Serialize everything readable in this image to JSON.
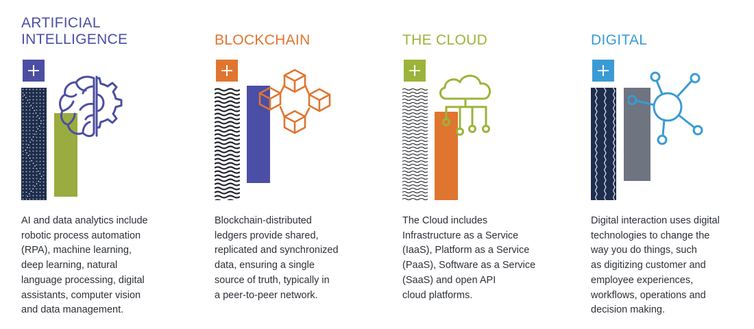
{
  "colors": {
    "ai": "#4b4ea3",
    "blockchain": "#e0752f",
    "cloud": "#9cb33b",
    "digital": "#3a9bd4",
    "navy": "#1f2d4c",
    "olive": "#9aab3f",
    "indigo": "#4a4ea6",
    "orange": "#e0752f",
    "slate": "#6e7480",
    "body_text": "#2b2f36"
  },
  "columns": [
    {
      "id": "ai",
      "title": "ARTIFICIAL\nINTELLIGENCE",
      "icon": "brain-gear-icon",
      "description": "AI and data analytics include\nrobotic process automation\n(RPA), machine learning,\ndeep learning, natural\nlanguage processing, digital\nassistants, computer vision\nand data management."
    },
    {
      "id": "blockchain",
      "title": "BLOCKCHAIN",
      "icon": "linked-cubes-icon",
      "description": "Blockchain-distributed\nledgers provide shared,\nreplicated and synchronized\ndata, ensuring a single\nsource of truth, typically in\na peer-to-peer network."
    },
    {
      "id": "cloud",
      "title": "THE CLOUD",
      "icon": "cloud-network-icon",
      "description": "The Cloud includes\nInfrastructure as a Service\n(IaaS), Platform as a Service\n(PaaS), Software as a Service\n(SaaS) and open API\ncloud platforms."
    },
    {
      "id": "digital",
      "title": "DIGITAL",
      "icon": "hub-network-icon",
      "description": "Digital interaction uses digital\ntechnologies to change the\nway you do things, such\nas digitizing customer and\nemployee experiences,\nworkflows, operations and\ndecision making."
    }
  ]
}
